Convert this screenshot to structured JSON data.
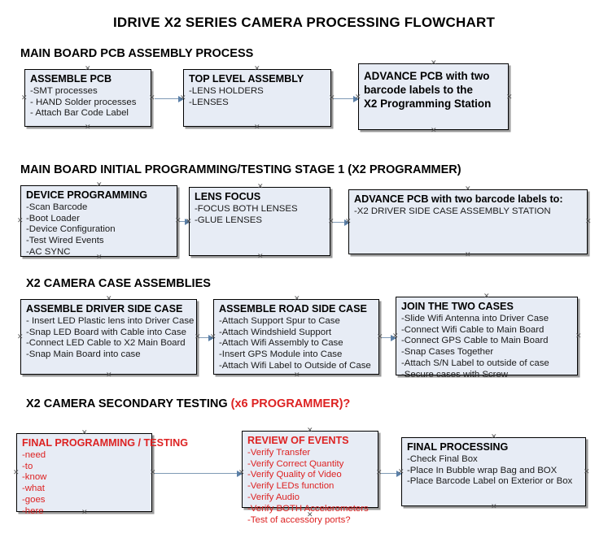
{
  "document": {
    "title": "IDRIVE X2  SERIES CAMERA PROCESSING FLOWCHART"
  },
  "colors": {
    "box_fill": "#e7ecf5",
    "box_border": "#000000",
    "box_shadow": "#9a9a9a",
    "accent_red": "#dd2222",
    "connector": "#5b80a8",
    "text": "#000000"
  },
  "sections": [
    {
      "id": "main-board-pcb-assembly-process",
      "heading": "MAIN BOARD PCB ASSEMBLY PROCESS",
      "heading_suffix": "",
      "boxes": [
        {
          "title": "ASSEMBLE PCB",
          "lines": [
            "-SMT processes",
            "- HAND Solder processes",
            "- Attach Bar Code Label"
          ]
        },
        {
          "title": "TOP LEVEL ASSEMBLY",
          "lines": [
            "-LENS HOLDERS",
            "-LENSES"
          ]
        },
        {
          "title": "ADVANCE PCB with two",
          "lines": [
            "barcode labels to the",
            " X2 Programming Station"
          ]
        }
      ]
    },
    {
      "id": "main-board-initial-programming",
      "heading": "MAIN BOARD INITIAL PROGRAMMING/TESTING STAGE 1 (X2 PROGRAMMER)",
      "heading_suffix": "",
      "boxes": [
        {
          "title": "DEVICE PROGRAMMING",
          "lines": [
            "-Scan Barcode",
            "-Boot Loader",
            "-Device Configuration",
            "-Test Wired Events",
            "-AC SYNC"
          ]
        },
        {
          "title": "LENS FOCUS",
          "lines": [
            "-FOCUS BOTH LENSES",
            "-GLUE LENSES"
          ]
        },
        {
          "title": "ADVANCE PCB with two barcode labels to:",
          "lines": [
            "-X2 DRIVER  SIDE  CASE  ASSEMBLY STATION"
          ]
        }
      ]
    },
    {
      "id": "x2-camera-case-assemblies",
      "heading": "X2 CAMERA CASE ASSEMBLIES",
      "heading_suffix": "",
      "boxes": [
        {
          "title": "ASSEMBLE DRIVER SIDE CASE",
          "lines": [
            "- Insert LED Plastic lens into Driver Case",
            "-Snap LED Board with Cable into Case",
            "-Connect LED Cable to X2 Main Board",
            "-Snap Main Board into case"
          ]
        },
        {
          "title": "ASSEMBLE ROAD SIDE CASE",
          "lines": [
            "-Attach Support Spur to Case",
            "-Attach Windshield Support",
            "-Attach Wifi Assembly to Case",
            "-Insert GPS Module into Case",
            "-Attach Wifi Label to Outside of Case"
          ]
        },
        {
          "title": "JOIN THE TWO CASES",
          "lines": [
            "-Slide Wifi Antenna into Driver Case",
            "-Connect Wifi Cable to Main Board",
            "-Connect GPS Cable to Main Board",
            "-Snap Cases Together",
            "-Attach S/N Label to outside of case",
            "-Secure cases with Screw"
          ]
        }
      ]
    },
    {
      "id": "x2-camera-secondary-testing",
      "heading": "X2 CAMERA SECONDARY TESTING ",
      "heading_suffix": "(x6 PROGRAMMER)?",
      "boxes": [
        {
          "title": "FINAL PROGRAMMING / TESTING",
          "lines": [
            "-need",
            "-to",
            "-know",
            "-what",
            "-goes",
            "-here"
          ]
        },
        {
          "title": "REVIEW OF EVENTS",
          "lines": [
            "-Verify Transfer",
            "-Verify Correct Quantity",
            "-Verify Quality of Video",
            "-Verify LEDs function",
            "-Verify Audio",
            "-Verify BOTH Accelerometers",
            "-Test of accessory ports?"
          ]
        },
        {
          "title": "FINAL PROCESSING",
          "lines": [
            " -Check Final Box",
            "-Place In Bubble wrap Bag and BOX",
            "-Place Barcode Label on Exterior or Box"
          ]
        }
      ]
    }
  ]
}
